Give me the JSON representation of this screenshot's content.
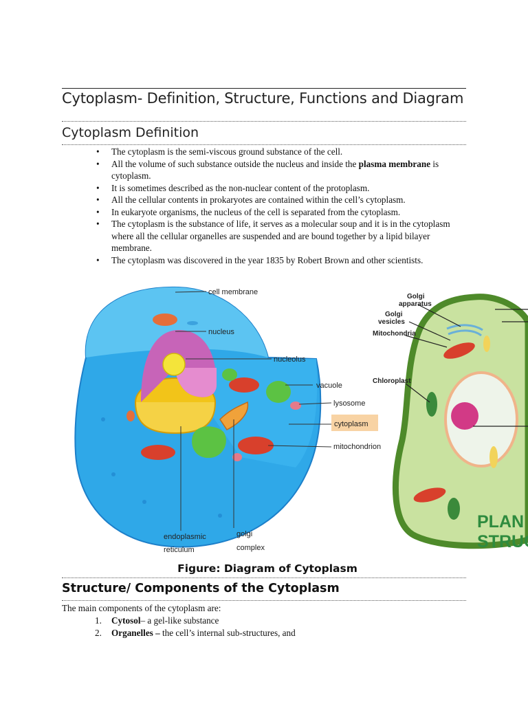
{
  "document": {
    "title": "Cytoplasm- Definition, Structure, Functions and Diagram",
    "section_definition": {
      "heading": "Cytoplasm Definition",
      "bullets": [
        {
          "pre": "The cytoplasm is the semi-viscous ground substance of the cell.",
          "bold": "",
          "post": ""
        },
        {
          "pre": "All the volume of such substance outside the nucleus and inside the ",
          "bold": "plasma membrane",
          "post": " is cytoplasm."
        },
        {
          "pre": "It is sometimes described as the non-nuclear content of the protoplasm.",
          "bold": "",
          "post": ""
        },
        {
          "pre": "All the cellular contents in prokaryotes are contained within the cell’s cytoplasm.",
          "bold": "",
          "post": ""
        },
        {
          "pre": "In eukaryote organisms, the nucleus of the cell is separated from the cytoplasm.",
          "bold": "",
          "post": ""
        },
        {
          "pre": "The cytoplasm is the substance of life, it serves as a molecular soup and it is in the cytoplasm where all the cellular organelles are suspended and are bound together by a lipid bilayer membrane.",
          "bold": "",
          "post": ""
        },
        {
          "pre": "The cytoplasm was discovered in the year 1835 by Robert Brown and other scientists.",
          "bold": "",
          "post": ""
        }
      ]
    },
    "figure": {
      "animal_labels": {
        "cell_membrane": "cell membrane",
        "nucleus": "nucleus",
        "nucleolus": "nucleolus",
        "vacuole": "vacuole",
        "lysosome": "lysosome",
        "cytoplasm": "cytoplasm",
        "mitochondrion": "mitochondrion",
        "endoplasmic_1": "endoplasmic",
        "endoplasmic_2": "reticulum",
        "golgi_1": "golgi",
        "golgi_2": "complex"
      },
      "plant_labels": {
        "golgi_apparatus_1": "Golgi",
        "golgi_apparatus_2": "apparatus",
        "golgi_vesicles_1": "Golgi",
        "golgi_vesicles_2": "vesicles",
        "mitochondria": "Mitochondria",
        "chloroplast": "Chloroplast",
        "title_1": "PLAN",
        "title_2": "STRUC"
      },
      "caption": "Figure: Diagram of Cytoplasm"
    },
    "section_structure": {
      "heading": "Structure/ Components of the Cytoplasm",
      "intro": "The main components of the cytoplasm are:",
      "items": [
        {
          "num": "1.",
          "bold": "Cytosol",
          "rest": "– a gel-like substance"
        },
        {
          "num": "2.",
          "bold": "Organelles –",
          "rest": " the cell’s internal sub-structures, and"
        }
      ]
    }
  },
  "colors": {
    "cell_blue": "#2fa8e8",
    "cell_blue_dark": "#1c7fc9",
    "nucleus_pink": "#c764b8",
    "er_yellow": "#f2c419",
    "mito_red": "#d8402c",
    "vacuole_green": "#5cc243",
    "cytoplasm_highlight": "#f8d3a4",
    "plant_wall": "#4e8a2a",
    "plant_cyto": "#c9e2a0",
    "plant_title": "#2e8b3e"
  }
}
